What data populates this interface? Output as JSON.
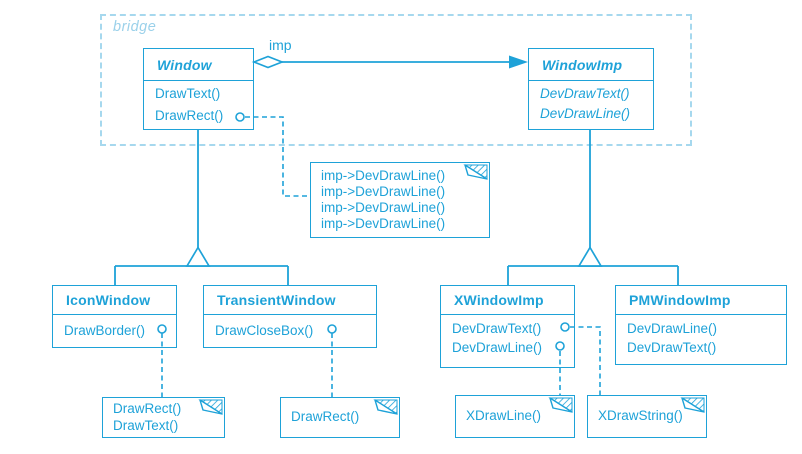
{
  "colors": {
    "accent": "#1ea2d8",
    "frame_light": "#a6d8ee",
    "background": "#ffffff"
  },
  "frame": {
    "label": "bridge"
  },
  "association": {
    "label": "imp"
  },
  "classes": {
    "window": {
      "name": "Window",
      "methods": [
        "DrawText()",
        "DrawRect()"
      ]
    },
    "windowimp": {
      "name": "WindowImp",
      "methods": [
        "DevDrawText()",
        "DevDrawLine()"
      ]
    },
    "iconwindow": {
      "name": "IconWindow",
      "methods": [
        "DrawBorder()"
      ]
    },
    "transientwindow": {
      "name": "TransientWindow",
      "methods": [
        "DrawCloseBox()"
      ]
    },
    "xwindowimp": {
      "name": "XWindowImp",
      "methods": [
        "DevDrawText()",
        "DevDrawLine()"
      ]
    },
    "pmwindowimp": {
      "name": "PMWindowImp",
      "methods": [
        "DevDrawLine()",
        "DevDrawText()"
      ]
    }
  },
  "notes": {
    "imp_note": {
      "lines": [
        "imp->DevDrawLine()",
        "imp->DevDrawLine()",
        "imp->DevDrawLine()",
        "imp->DevDrawLine()"
      ]
    },
    "iconwindow_note": {
      "lines": [
        "DrawRect()",
        "DrawText()"
      ]
    },
    "transient_note": {
      "lines": [
        "DrawRect()"
      ]
    },
    "xdrawline_note": {
      "lines": [
        "XDrawLine()"
      ]
    },
    "xdrawstring_note": {
      "lines": [
        "XDrawString()"
      ]
    }
  },
  "icons": {
    "aggregation": "open-diamond",
    "navigability": "filled-arrowhead",
    "inheritance": "hollow-triangle",
    "implementation_link": "circle-with-dashed-line",
    "note_corner": "dog-ear"
  }
}
